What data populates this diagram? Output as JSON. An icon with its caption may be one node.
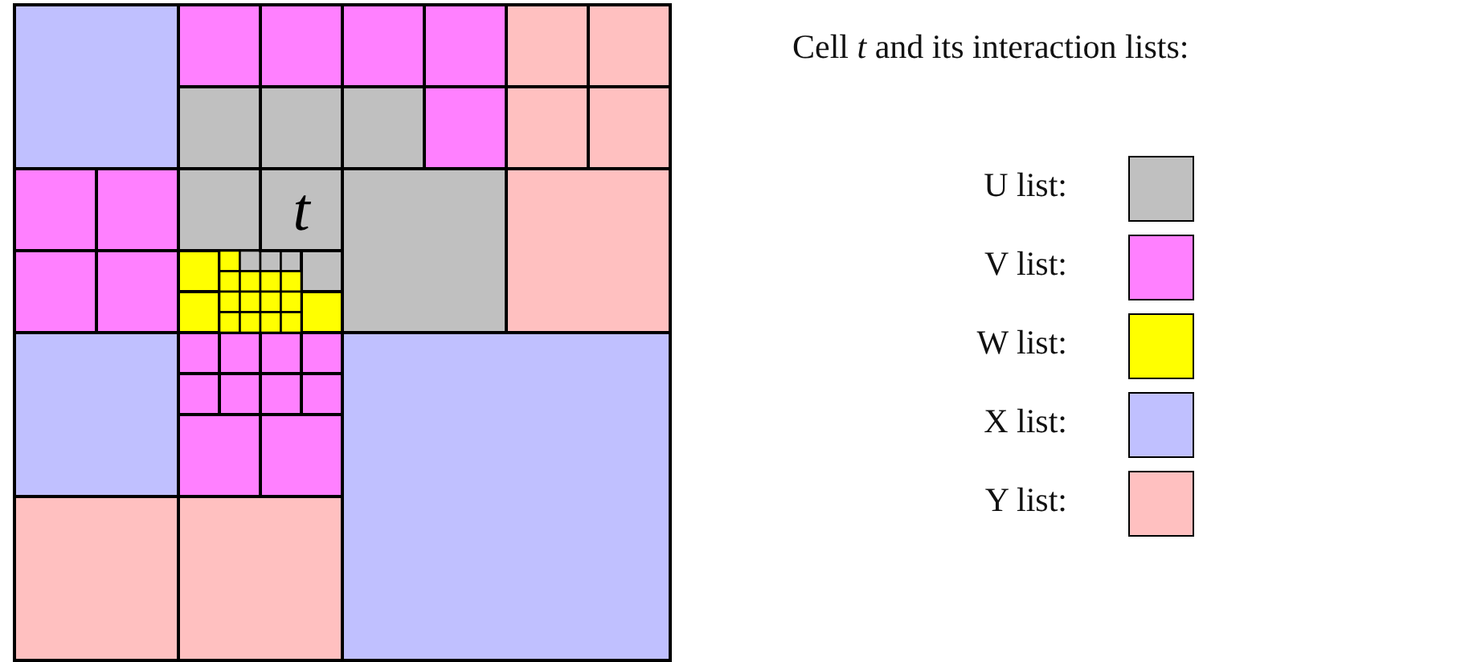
{
  "diagram": {
    "title": "Cell *t* and its interaction lists:",
    "nodes": [
      {
        "text": [
          "t"
        ]
      }
    ],
    "legend": [
      {
        "text": "U list:",
        "color": "#c0c0c0"
      },
      {
        "text": "V list:",
        "color": "#ff80ff"
      },
      {
        "text": "W list:",
        "color": "#ffff00"
      },
      {
        "text": "X list:",
        "color": "#c0c0ff"
      },
      {
        "text": "Y list:",
        "color": "#ffc0c0"
      }
    ]
  }
}
